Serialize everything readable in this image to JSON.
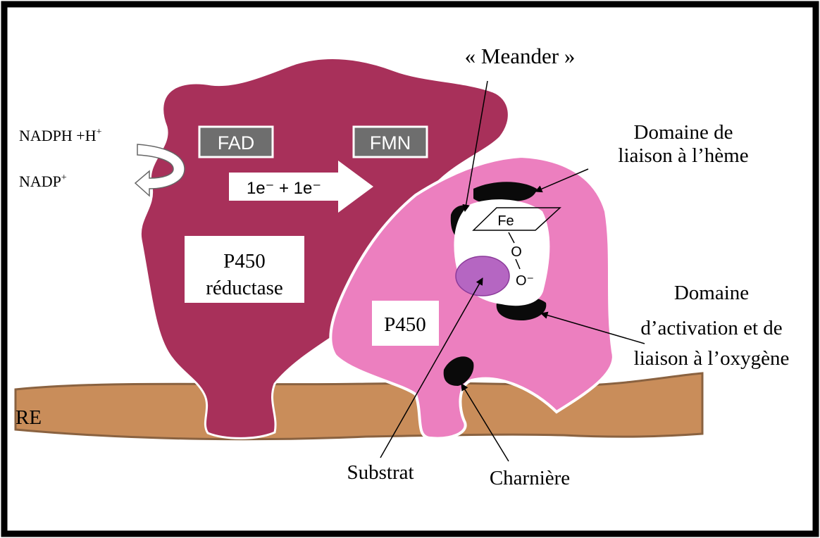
{
  "labels": {
    "meander": "« Meander »",
    "heme_domain_line1": "Domaine de",
    "heme_domain_line2": "liaison à l’hème",
    "nadph_base": "NADPH +H",
    "nadph_sup": "+",
    "nadp_base": "NADP",
    "nadp_sup": "+",
    "fad": "FAD",
    "fmn": "FMN",
    "electron_transfer": "1e⁻ + 1e⁻",
    "reductase_line1": "P450",
    "reductase_line2": "réductase",
    "fe": "Fe",
    "oxygen_1": "O",
    "oxygen_2": "O⁻",
    "p450": "P450",
    "activation_line1": "Domaine",
    "activation_line2": "d’activation et de",
    "activation_line3": "liaison à l’oxygène",
    "re": "RE",
    "substrat": "Substrat",
    "charniere": "Charnière"
  },
  "colors": {
    "reductase": "#A8305A",
    "p450": "#EC7FBF",
    "membrane": "#C98D5A",
    "membrane_edge": "#8A6240",
    "cofactor_box": "#6E6E6E",
    "substrate": "#B566C2",
    "black_domain": "#0A0A0A",
    "frame": "#000000"
  }
}
